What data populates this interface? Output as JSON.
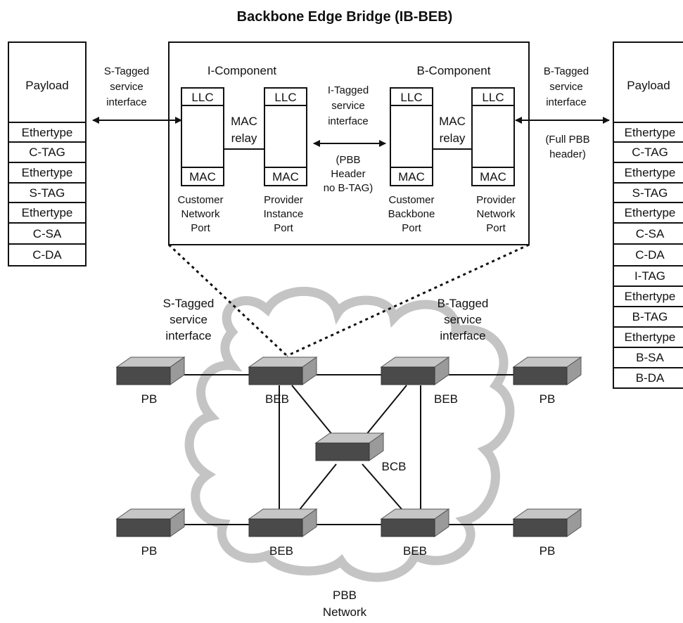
{
  "title": "Backbone Edge Bridge (IB-BEB)",
  "left_frame": {
    "payload": "Payload",
    "fields": [
      "Ethertype",
      "C-TAG",
      "Ethertype",
      "S-TAG",
      "Ethertype",
      "C-SA",
      "C-DA"
    ]
  },
  "right_frame": {
    "payload": "Payload",
    "fields": [
      "Ethertype",
      "C-TAG",
      "Ethertype",
      "S-TAG",
      "Ethertype",
      "C-SA",
      "C-DA",
      "I-TAG",
      "Ethertype",
      "B-TAG",
      "Ethertype",
      "B-SA",
      "B-DA"
    ]
  },
  "left_interface": [
    "S-Tagged",
    "service",
    "interface"
  ],
  "right_interface": [
    "B-Tagged",
    "service",
    "interface"
  ],
  "full_pbb": [
    "(Full PBB",
    "header)"
  ],
  "i_component": {
    "title": "I-Component",
    "llc": "LLC",
    "mac": "MAC",
    "relay": [
      "MAC",
      "relay"
    ],
    "port_left": [
      "Customer",
      "Network",
      "Port"
    ],
    "port_right": [
      "Provider",
      "Instance",
      "Port"
    ]
  },
  "b_component": {
    "title": "B-Component",
    "llc": "LLC",
    "mac": "MAC",
    "relay": [
      "MAC",
      "relay"
    ],
    "port_left": [
      "Customer",
      "Backbone",
      "Port"
    ],
    "port_right": [
      "Provider",
      "Network",
      "Port"
    ]
  },
  "i_tagged": [
    "I-Tagged",
    "service",
    "interface"
  ],
  "pbb_header": [
    "(PBB",
    "Header",
    "no B-TAG)"
  ],
  "network": {
    "s_tagged": [
      "S-Tagged",
      "service",
      "interface"
    ],
    "b_tagged": [
      "B-Tagged",
      "service",
      "interface"
    ],
    "nodes": {
      "pb_tl": "PB",
      "beb_tl": "BEB",
      "beb_tr": "BEB",
      "pb_tr": "PB",
      "bcb": "BCB",
      "pb_bl": "PB",
      "beb_bl": "BEB",
      "beb_br": "BEB",
      "pb_br": "PB"
    },
    "cloud_label": [
      "PBB",
      "Network"
    ]
  }
}
